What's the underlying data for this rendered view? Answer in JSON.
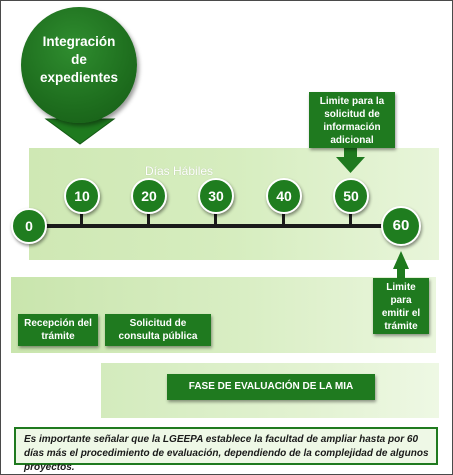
{
  "intro": {
    "line1": "Integración",
    "line2": "de",
    "line3": "expedientes"
  },
  "days_label": "Días Hábiles",
  "timeline": {
    "ticks": [
      "0",
      "10",
      "20",
      "30",
      "40",
      "50",
      "60"
    ]
  },
  "callouts": {
    "info_limit": {
      "line1": "Limite para la",
      "line2": "solicitud de",
      "line3": "información",
      "line4": "adicional"
    },
    "resolution_limit": {
      "line1": "Limite",
      "line2": "para",
      "line3": "emitir el",
      "line4": "trámite"
    }
  },
  "phases": {
    "reception": {
      "line1": "Recepción del",
      "line2": "trámite"
    },
    "public_consultation": {
      "line1": "Solicitud de",
      "line2": "consulta pública"
    },
    "evaluation": "FASE DE EVALUACIÓN DE LA MIA"
  },
  "note": "Es importante señalar que la LGEEPA establece la facultad de ampliar hasta por 60 días más el procedimiento de evaluación, dependiendo de la complejidad de algunos proyectos.",
  "colors": {
    "dark_green": "#1f7a1f",
    "light_green": "#d6edbf",
    "timeline": "#1a1a1a"
  }
}
